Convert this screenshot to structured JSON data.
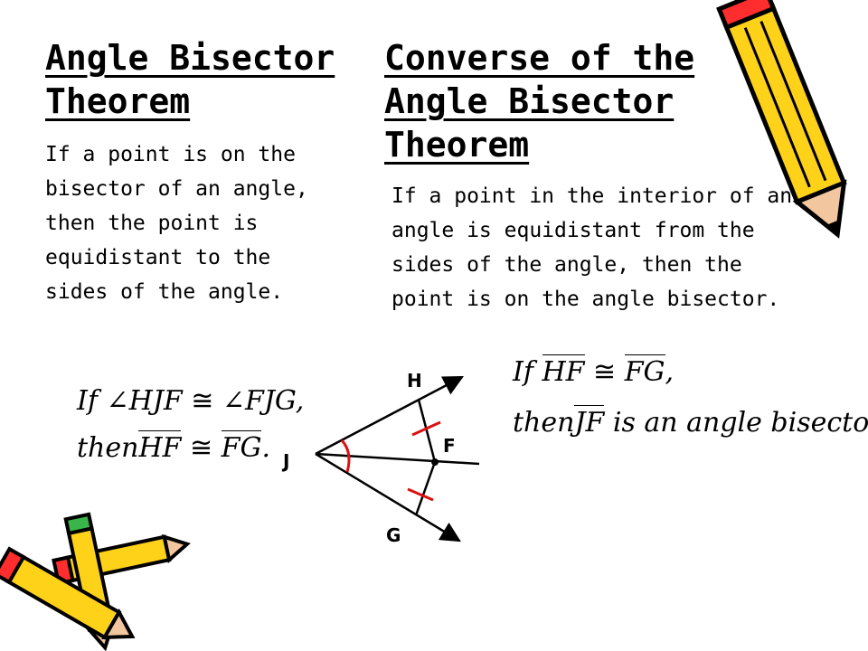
{
  "left": {
    "title_line1": "Angle Bisector",
    "title_line2": "Theorem",
    "text": "If a point is on the bisector of an angle, then the point is equidistant to the sides of the angle."
  },
  "right": {
    "title_line1": "Converse of the",
    "title_line2": "Angle Bisector",
    "title_line3": "Theorem",
    "text": "If a point in the interior of an angle is equidistant from the sides of the angle, then the point is on the angle bisector."
  },
  "theorem_math": {
    "if": "If",
    "angle1": "HJF",
    "congruent": "≅",
    "angle2": "FJG,",
    "then": "then",
    "seg1": "HF",
    "seg2": "FG",
    "period": "."
  },
  "converse_math": {
    "if": "If",
    "seg1": "HF",
    "congruent": "≅",
    "seg2": "FG",
    "comma": ",",
    "then": "then",
    "seg3": "JF",
    "rest": "is an angle bisector."
  },
  "diagram": {
    "labels": {
      "H": "H",
      "J": "J",
      "F": "F",
      "G": "G"
    },
    "colors": {
      "lines": "#000000",
      "marks": "#dd1111"
    }
  }
}
